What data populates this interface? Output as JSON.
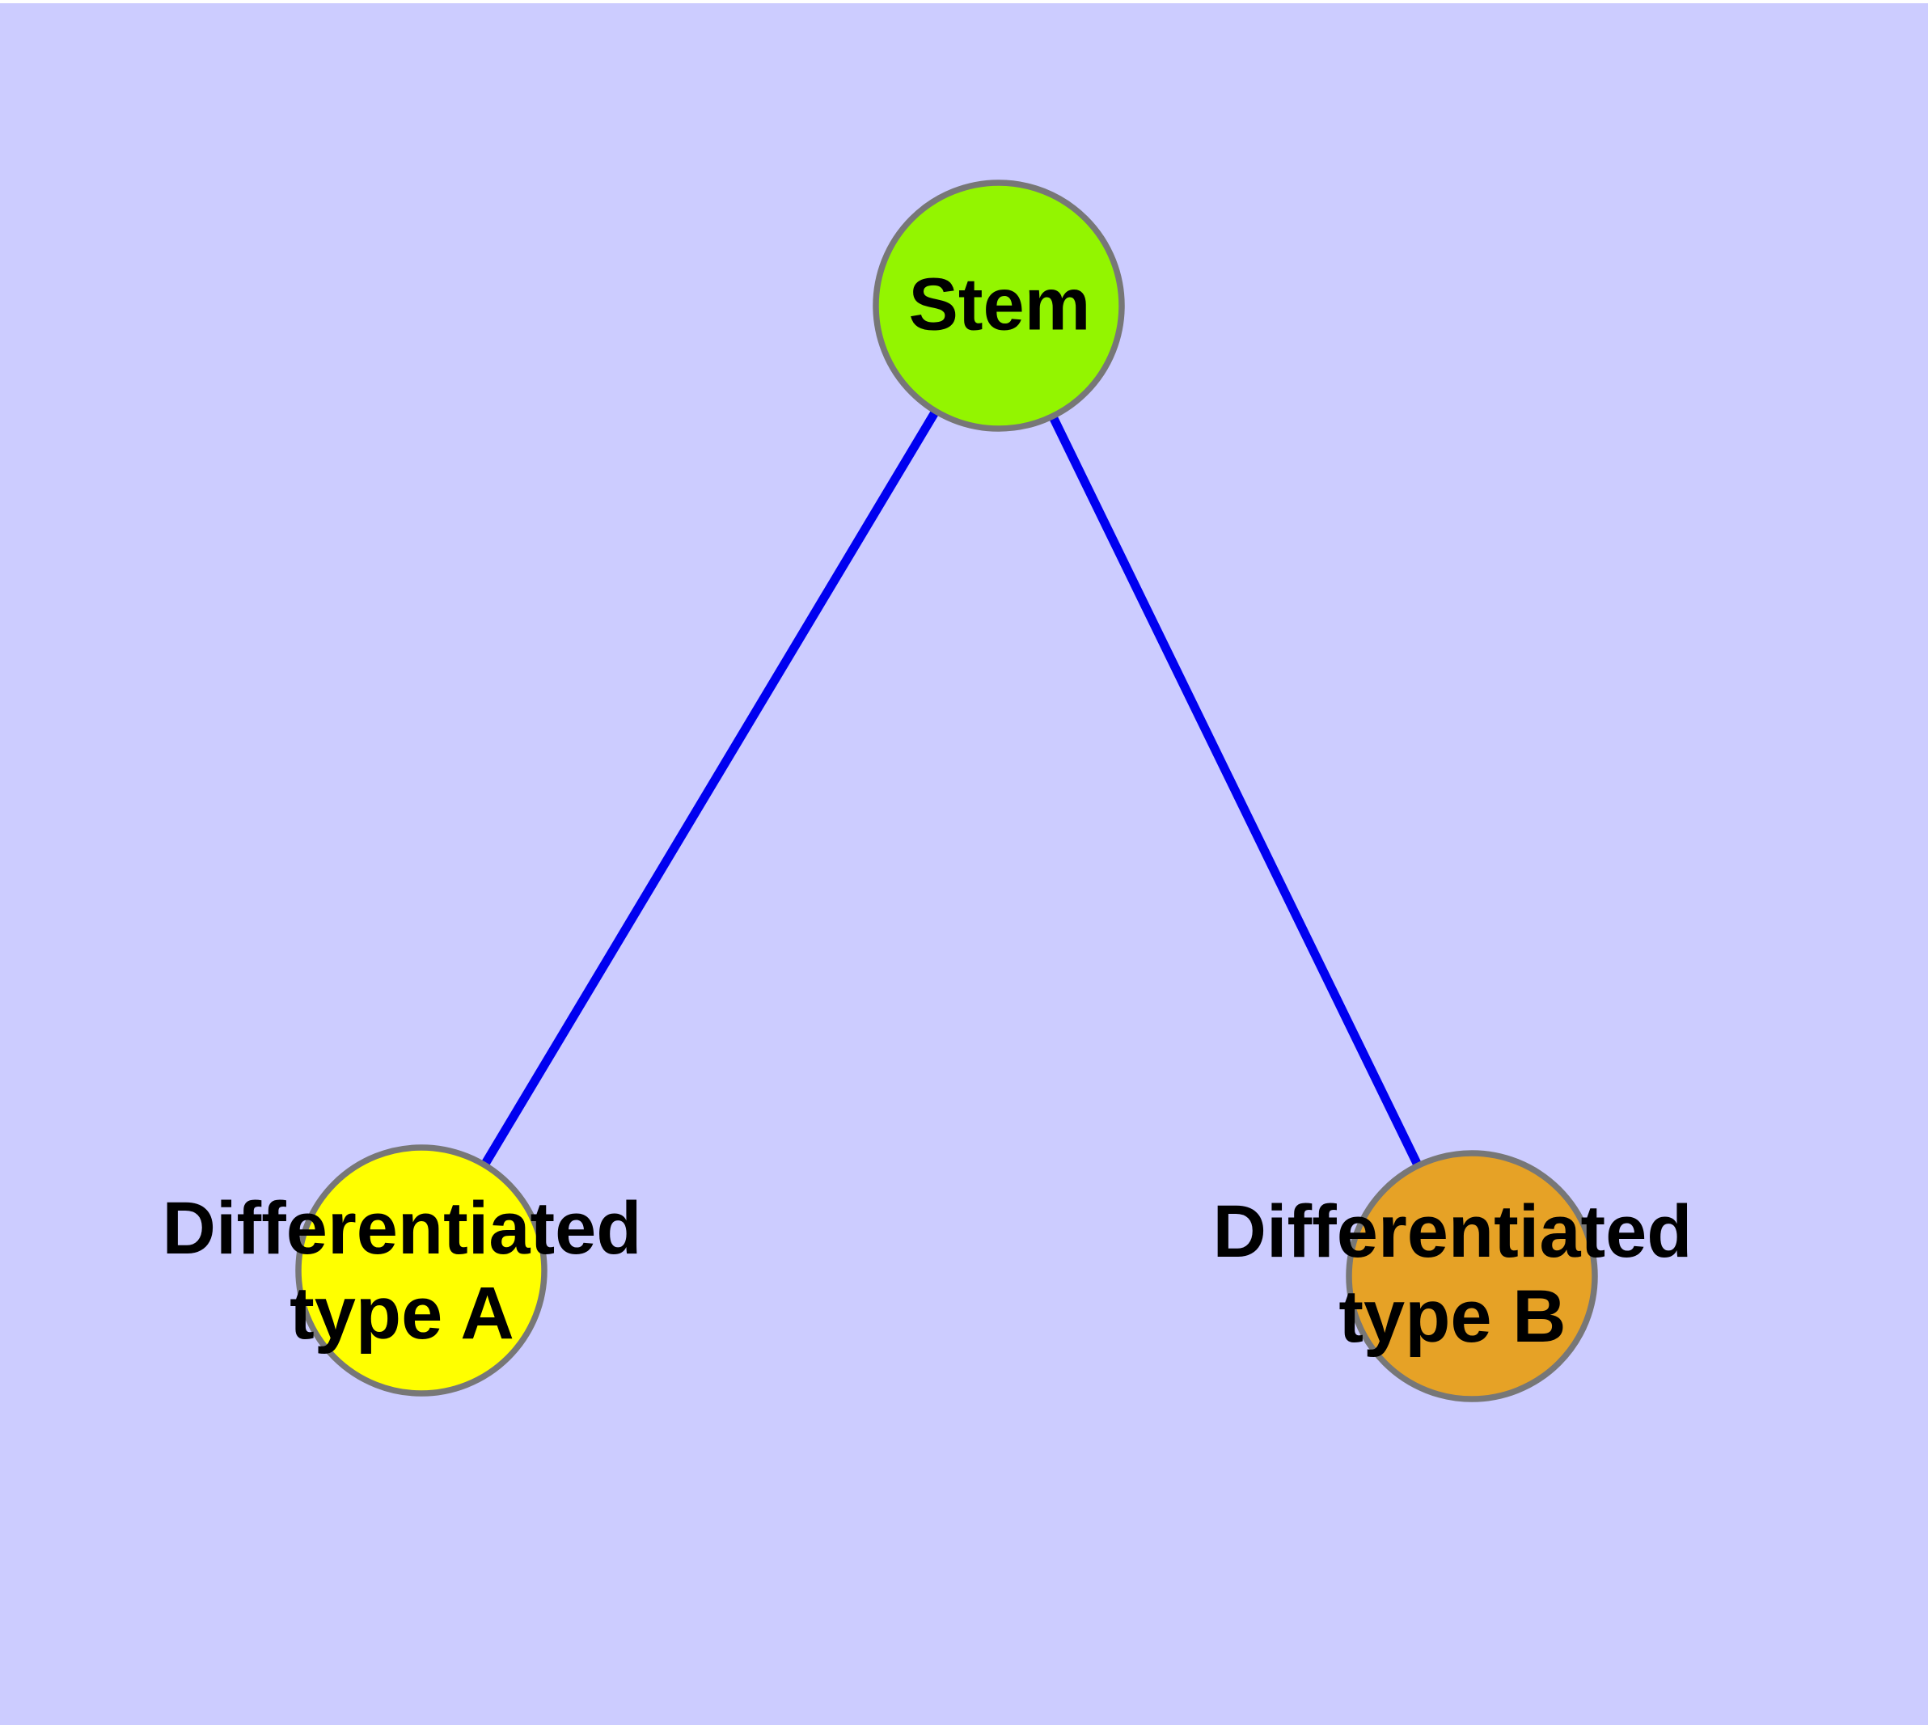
{
  "diagram": {
    "background_color": "#CCCCFF",
    "margin_color": "#FFFFFF",
    "edge_color": "#0000F0",
    "node_border_color": "#777777",
    "label_color": "#000000",
    "nodes": {
      "stem": {
        "label": "Stem",
        "fill": "#93F500"
      },
      "type_a": {
        "label_line1": "Differentiated",
        "label_line2": "type A",
        "fill": "#FFFF00"
      },
      "type_b": {
        "label_line1": "Differentiated",
        "label_line2": "type B",
        "fill": "#E6A226"
      }
    },
    "edges": [
      {
        "from": "Stem",
        "to": "Differentiated type A"
      },
      {
        "from": "Stem",
        "to": "Differentiated type B"
      }
    ]
  }
}
